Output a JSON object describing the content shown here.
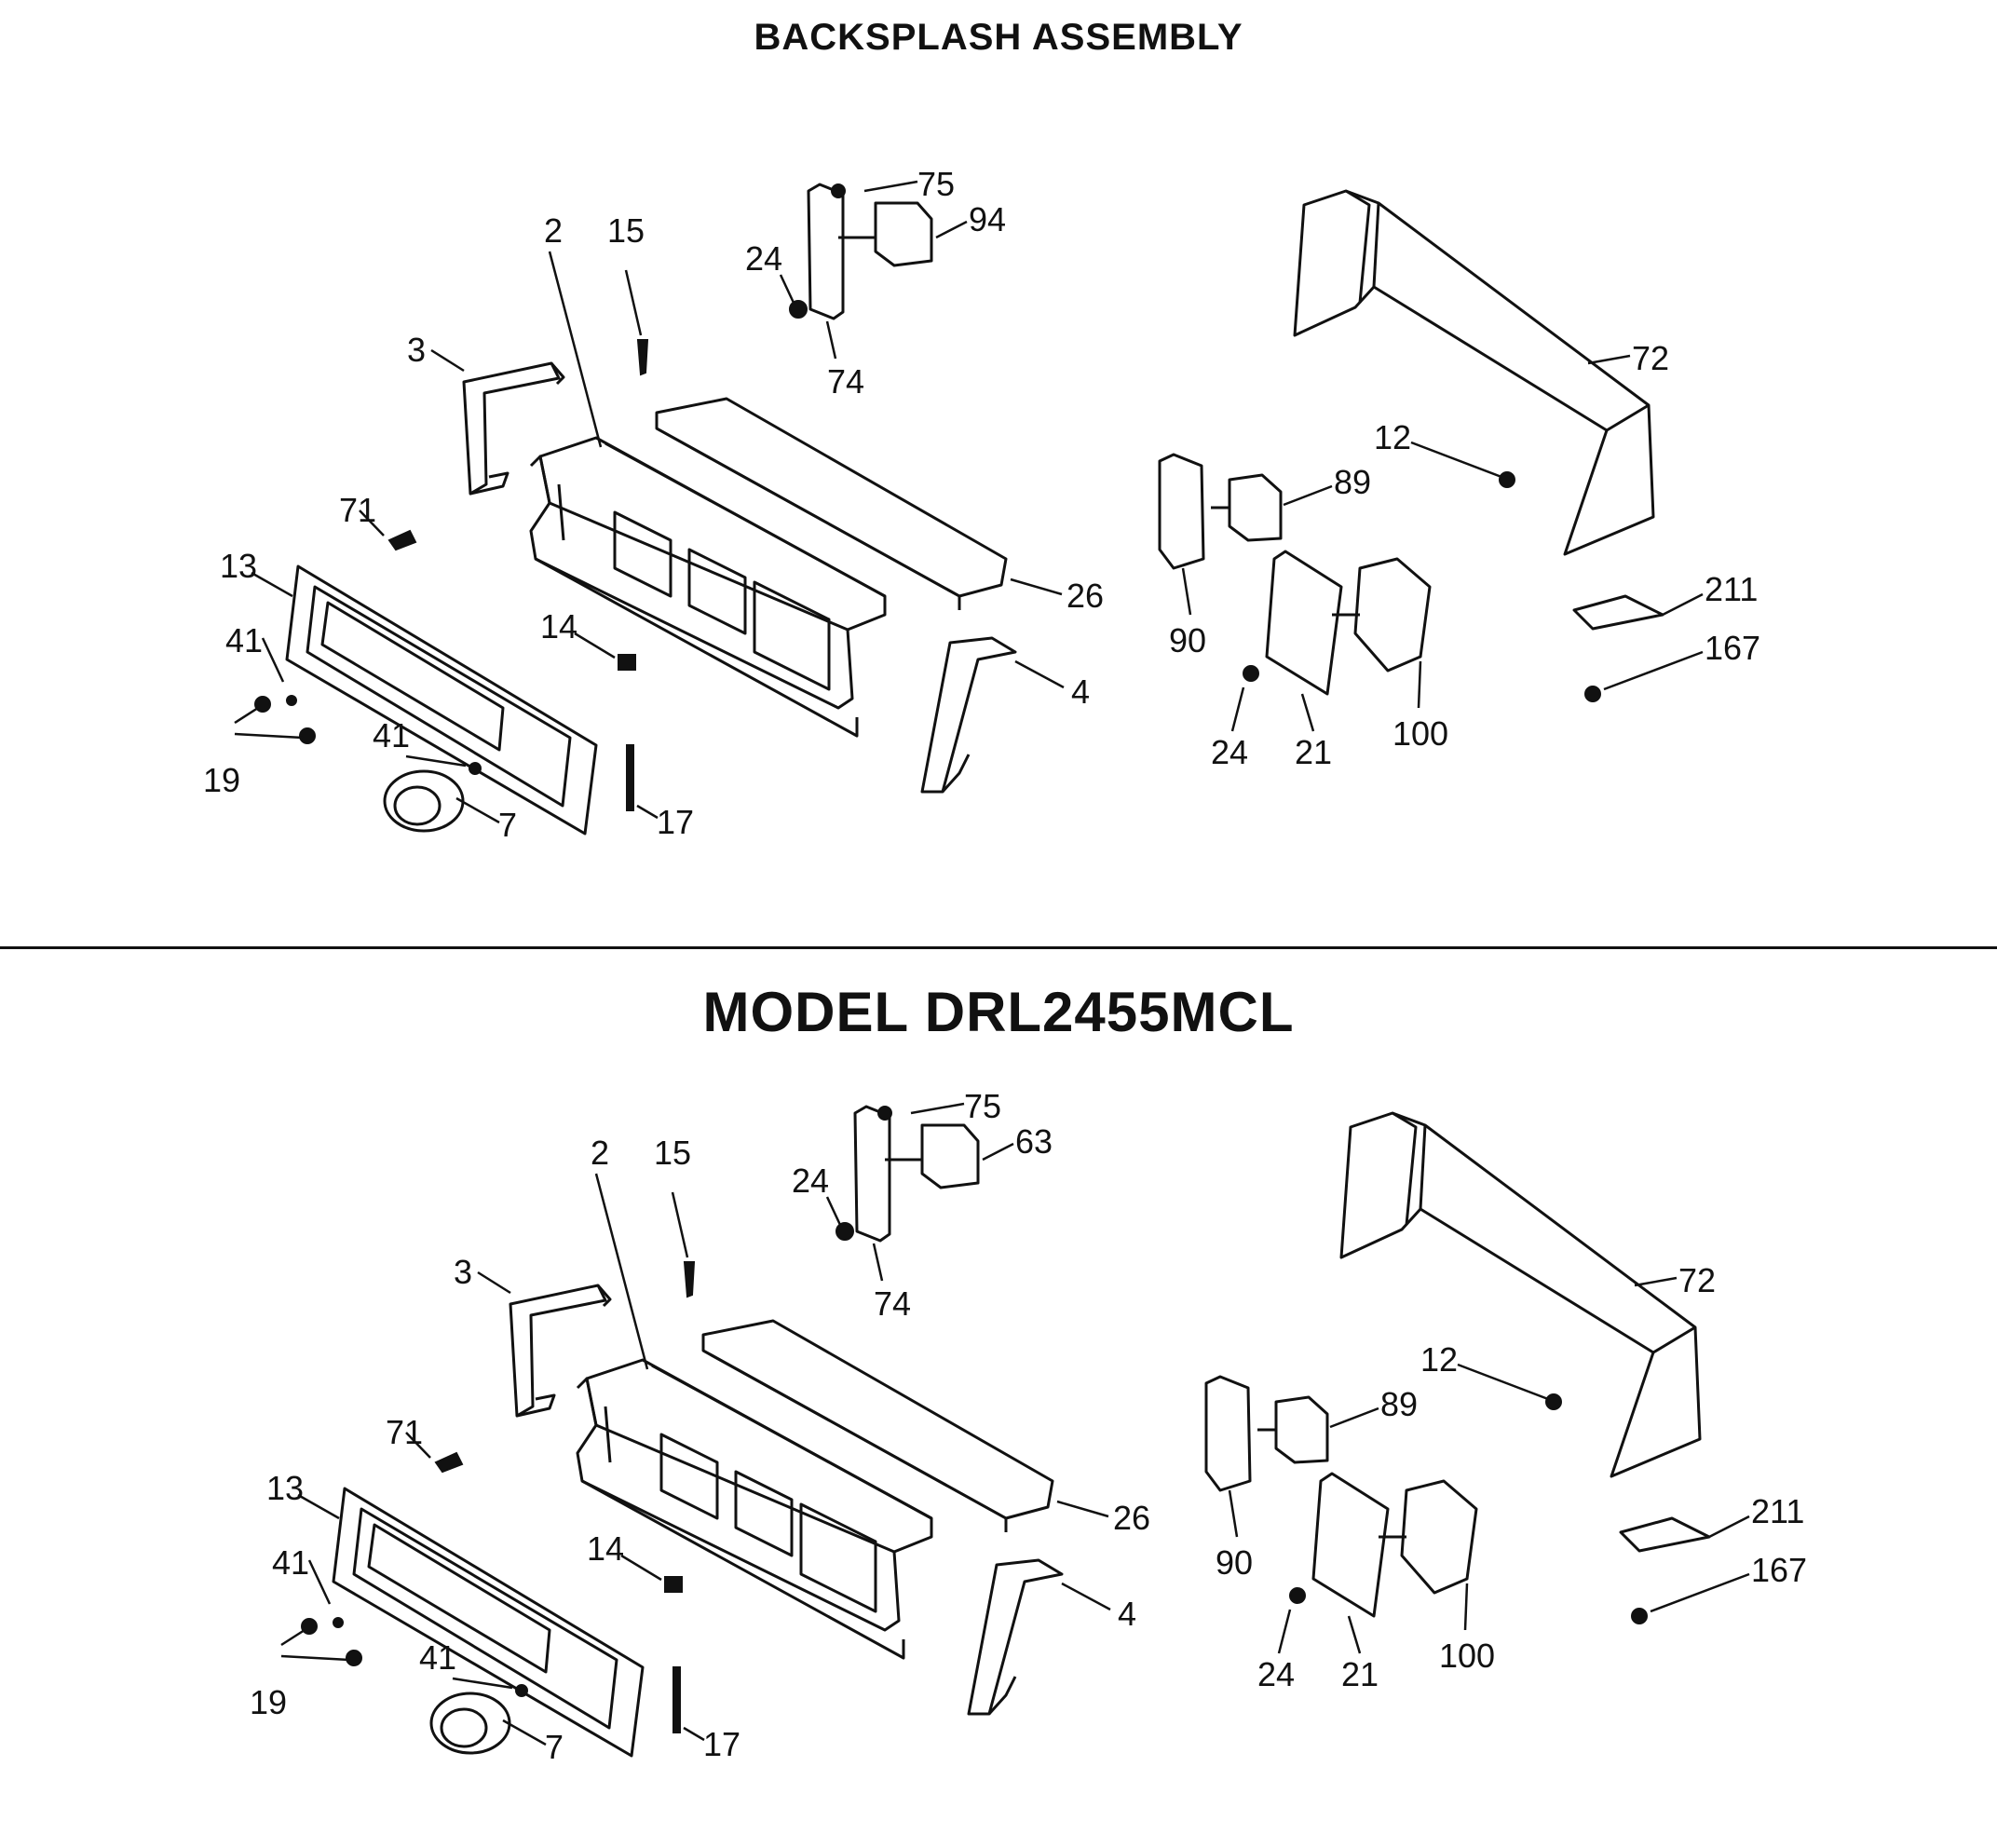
{
  "titles": {
    "section": "BACKSPLASH ASSEMBLY",
    "model": "MODEL DRL2455MCL"
  },
  "panels": [
    {
      "id": "top",
      "labels": [
        "2",
        "15",
        "75",
        "94",
        "24",
        "74",
        "3",
        "71",
        "13",
        "41",
        "19",
        "41",
        "7",
        "14",
        "17",
        "26",
        "4",
        "72",
        "12",
        "89",
        "90",
        "211",
        "167",
        "24",
        "21",
        "100"
      ]
    },
    {
      "id": "bottom",
      "labels": [
        "2",
        "15",
        "75",
        "63",
        "24",
        "74",
        "3",
        "71",
        "13",
        "41",
        "19",
        "41",
        "7",
        "14",
        "17",
        "26",
        "4",
        "72",
        "12",
        "89",
        "90",
        "211",
        "167",
        "24",
        "21",
        "100"
      ]
    }
  ]
}
